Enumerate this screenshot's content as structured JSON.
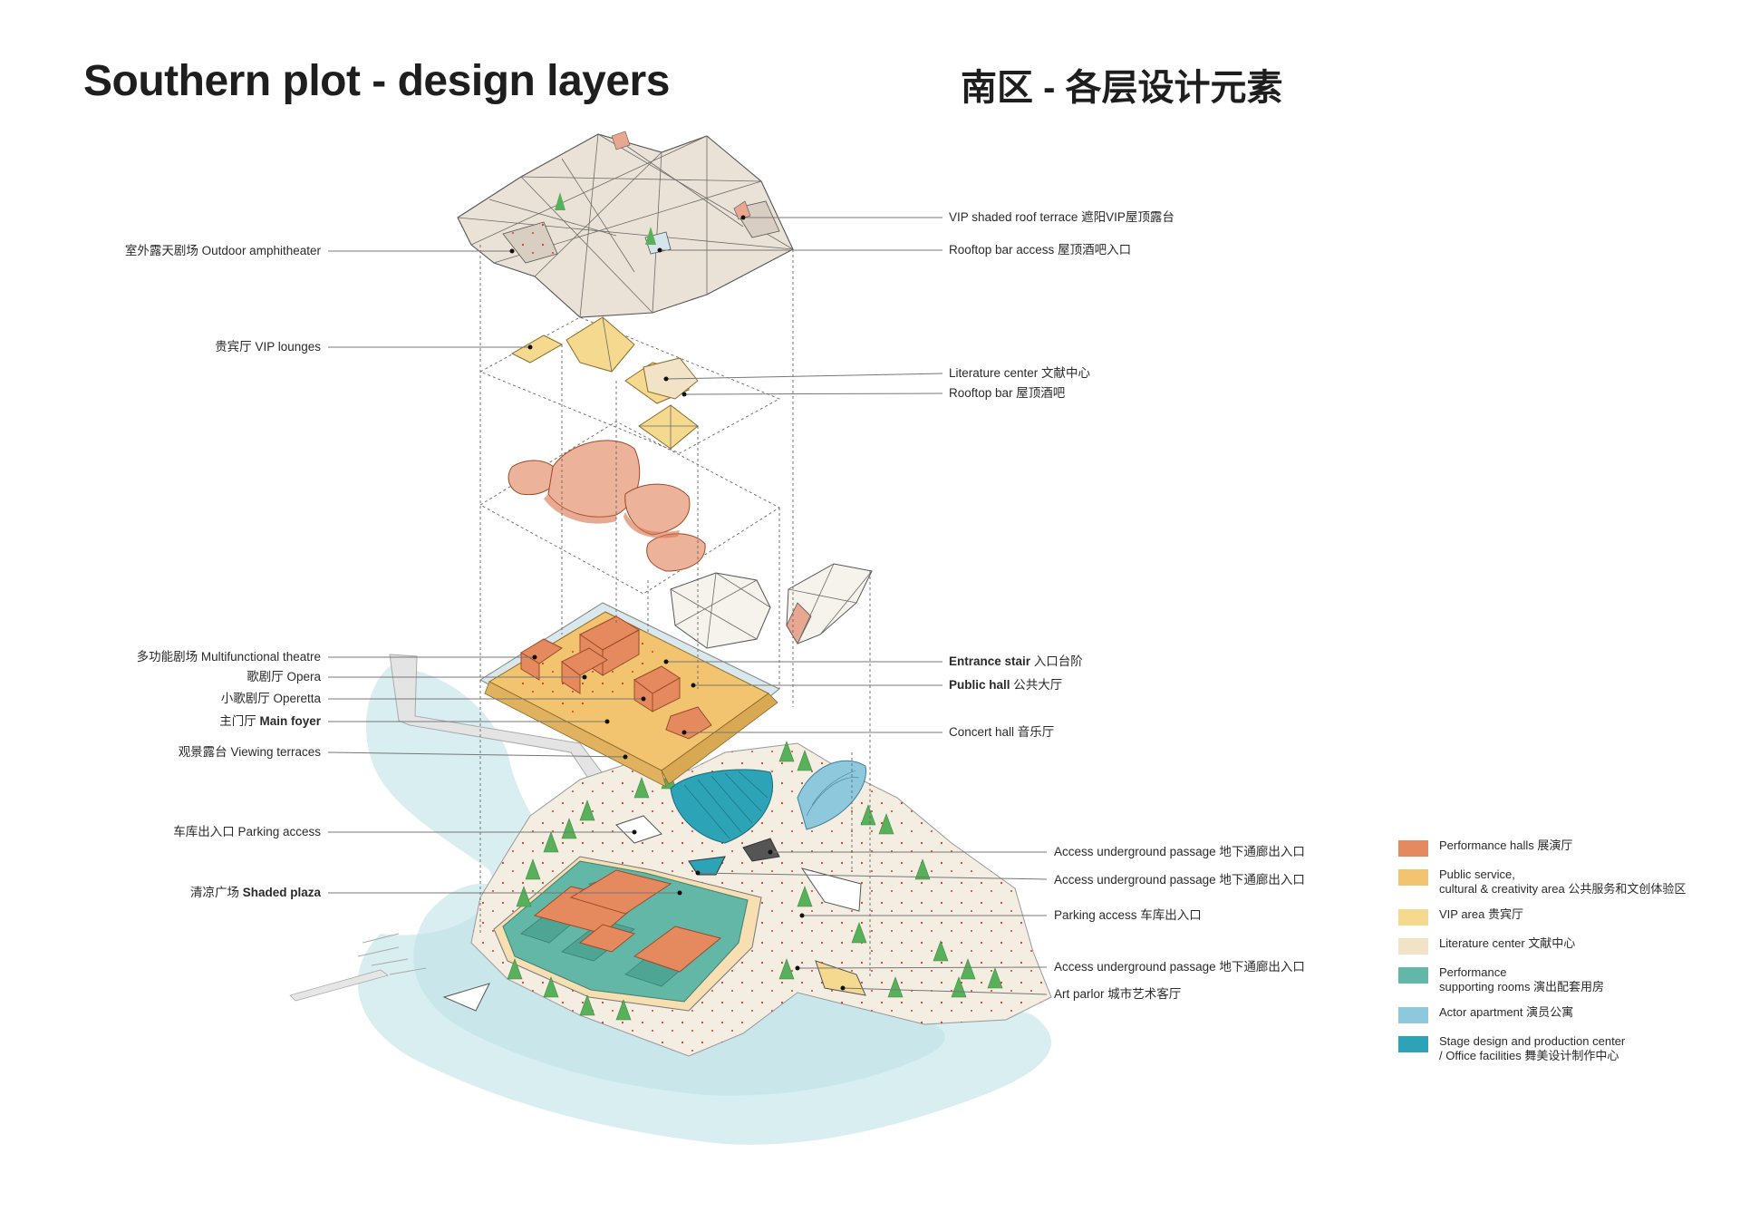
{
  "title_en": "Southern plot - design layers",
  "title_cn": "南区 - 各层设计元素",
  "left_labels": [
    {
      "id": "outdoor-amphitheater",
      "pre": "室外露天剧场 ",
      "bold": "",
      "post": "Outdoor amphitheater"
    },
    {
      "id": "vip-lounges",
      "pre": "贵宾厅 VIP lounges",
      "bold": "",
      "post": ""
    },
    {
      "id": "multifunctional-theatre",
      "pre": "多功能剧场 Multifunctional theatre",
      "bold": "",
      "post": ""
    },
    {
      "id": "opera",
      "pre": "歌剧厅 Opera",
      "bold": "",
      "post": ""
    },
    {
      "id": "operetta",
      "pre": "小歌剧厅 Operetta",
      "bold": "",
      "post": ""
    },
    {
      "id": "main-foyer",
      "pre": "主门厅 ",
      "bold": "Main foyer",
      "post": ""
    },
    {
      "id": "viewing-terraces",
      "pre": "观景露台 Viewing terraces",
      "bold": "",
      "post": ""
    },
    {
      "id": "parking-access-left",
      "pre": "车库出入口 Parking access",
      "bold": "",
      "post": ""
    },
    {
      "id": "shaded-plaza",
      "pre": "清凉广场 ",
      "bold": "Shaded plaza",
      "post": ""
    }
  ],
  "right_labels": [
    {
      "id": "vip-shaded-roof-terrace",
      "pre": "VIP shaded roof terrace  遮阳VIP屋顶露台",
      "bold": "",
      "post": ""
    },
    {
      "id": "rooftop-bar-access",
      "pre": "Rooftop bar access 屋顶酒吧入口",
      "bold": "",
      "post": ""
    },
    {
      "id": "literature-center",
      "pre": "Literature center 文献中心",
      "bold": "",
      "post": ""
    },
    {
      "id": "rooftop-bar",
      "pre": "Rooftop bar 屋顶酒吧",
      "bold": "",
      "post": ""
    },
    {
      "id": "entrance-stair",
      "pre": "",
      "bold": "Entrance stair",
      "post": " 入口台阶"
    },
    {
      "id": "public-hall",
      "pre": "",
      "bold": "Public hall",
      "post": " 公共大厅"
    },
    {
      "id": "concert-hall",
      "pre": "Concert hall 音乐厅",
      "bold": "",
      "post": ""
    },
    {
      "id": "access-underground-1",
      "pre": "Access underground passage 地下通廊出入口",
      "bold": "",
      "post": ""
    },
    {
      "id": "access-underground-2",
      "pre": "Access underground passage 地下通廊出入口",
      "bold": "",
      "post": ""
    },
    {
      "id": "parking-access-right",
      "pre": "Parking access 车库出入口",
      "bold": "",
      "post": ""
    },
    {
      "id": "access-underground-3",
      "pre": "Access underground passage 地下通廊出入口",
      "bold": "",
      "post": ""
    },
    {
      "id": "art-parlor",
      "pre": "Art parlor 城市艺术客厅",
      "bold": "",
      "post": ""
    }
  ],
  "legend": [
    {
      "id": "performance-halls",
      "color": "#e58a5f",
      "text": "Performance halls 展演厅"
    },
    {
      "id": "public-service",
      "color": "#f2c46f",
      "text": "Public service,\ncultural & creativity area 公共服务和文创体验区"
    },
    {
      "id": "vip-area",
      "color": "#f4d98f",
      "text": "VIP area 贵宾厅"
    },
    {
      "id": "literature-center",
      "color": "#f3e3c6",
      "text": "Literature center 文献中心"
    },
    {
      "id": "performance-supporting",
      "color": "#62b7a6",
      "text": "Performance\nsupporting rooms 演出配套用房"
    },
    {
      "id": "actor-apartment",
      "color": "#8ec8dc",
      "text": "Actor apartment 演员公寓"
    },
    {
      "id": "stage-design",
      "color": "#2ca3b7",
      "text": "Stage design and production center\n/ Office facilities 舞美设计制作中心"
    }
  ]
}
